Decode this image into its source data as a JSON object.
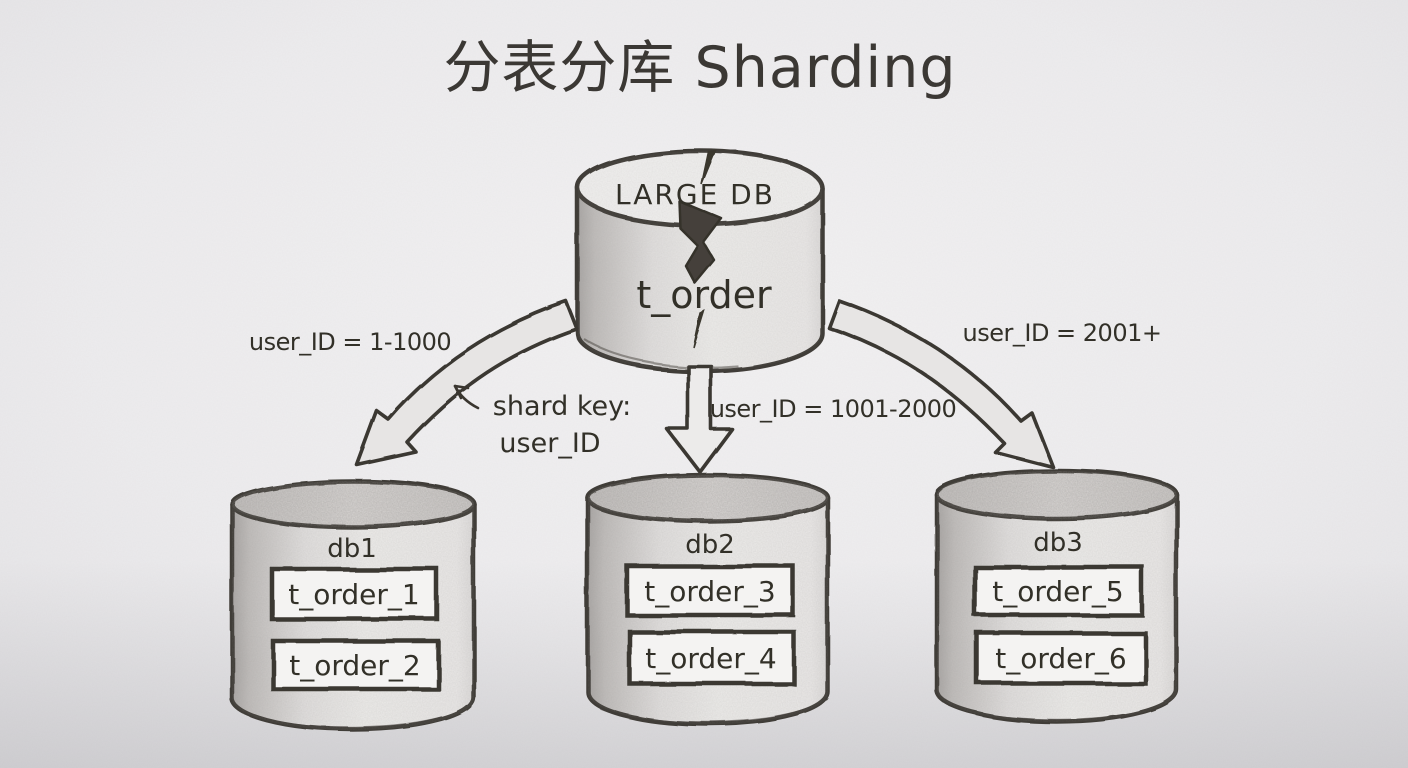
{
  "title": "分表分库 Sharding",
  "source": {
    "db_label": "LARGE DB",
    "table_label": "t_order",
    "crack_icon": "lightning-crack-icon"
  },
  "note": {
    "line1": "shard key:",
    "line2": "user_ID",
    "arrow_icon": "note-pointer-arrow-icon"
  },
  "branches": [
    {
      "range_label": "user_ID = 1-1000",
      "db_name": "db1",
      "tables": [
        "t_order_1",
        "t_order_2"
      ],
      "arrow_icon": "curved-arrow-down-left-icon"
    },
    {
      "range_label": "user_ID = 1001-2000",
      "db_name": "db2",
      "tables": [
        "t_order_3",
        "t_order_4"
      ],
      "arrow_icon": "straight-arrow-down-icon"
    },
    {
      "range_label": "user_ID = 2001+",
      "db_name": "db3",
      "tables": [
        "t_order_5",
        "t_order_6"
      ],
      "arrow_icon": "curved-arrow-down-right-icon"
    }
  ],
  "colors": {
    "paper": "#edecee",
    "ink": "#3a362f",
    "pencil_shade": "#c4c1bf",
    "cylinder_fill": "#efeeed"
  }
}
